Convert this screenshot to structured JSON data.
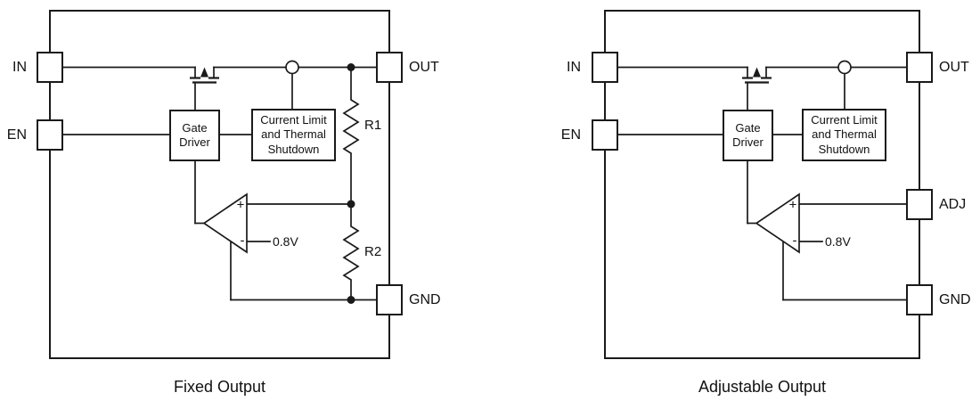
{
  "colors": {
    "line": "#1a1a1a",
    "text": "#111111",
    "background": "#ffffff"
  },
  "diagrams": {
    "fixed": {
      "caption": "Fixed Output",
      "pins": {
        "in": "IN",
        "en": "EN",
        "out": "OUT",
        "gnd": "GND"
      },
      "gate_driver": {
        "line1": "Gate",
        "line2": "Driver"
      },
      "current_limit": {
        "line1": "Current Limit",
        "line2": "and Thermal",
        "line3": "Shutdown"
      },
      "opamp": {
        "plus": "+",
        "minus": "-",
        "reference": "0.8V"
      },
      "resistors": {
        "r1": "R1",
        "r2": "R2"
      }
    },
    "adjustable": {
      "caption": "Adjustable Output",
      "pins": {
        "in": "IN",
        "en": "EN",
        "out": "OUT",
        "adj": "ADJ",
        "gnd": "GND"
      },
      "gate_driver": {
        "line1": "Gate",
        "line2": "Driver"
      },
      "current_limit": {
        "line1": "Current Limit",
        "line2": "and Thermal",
        "line3": "Shutdown"
      },
      "opamp": {
        "plus": "+",
        "minus": "-",
        "reference": "0.8V"
      }
    }
  }
}
